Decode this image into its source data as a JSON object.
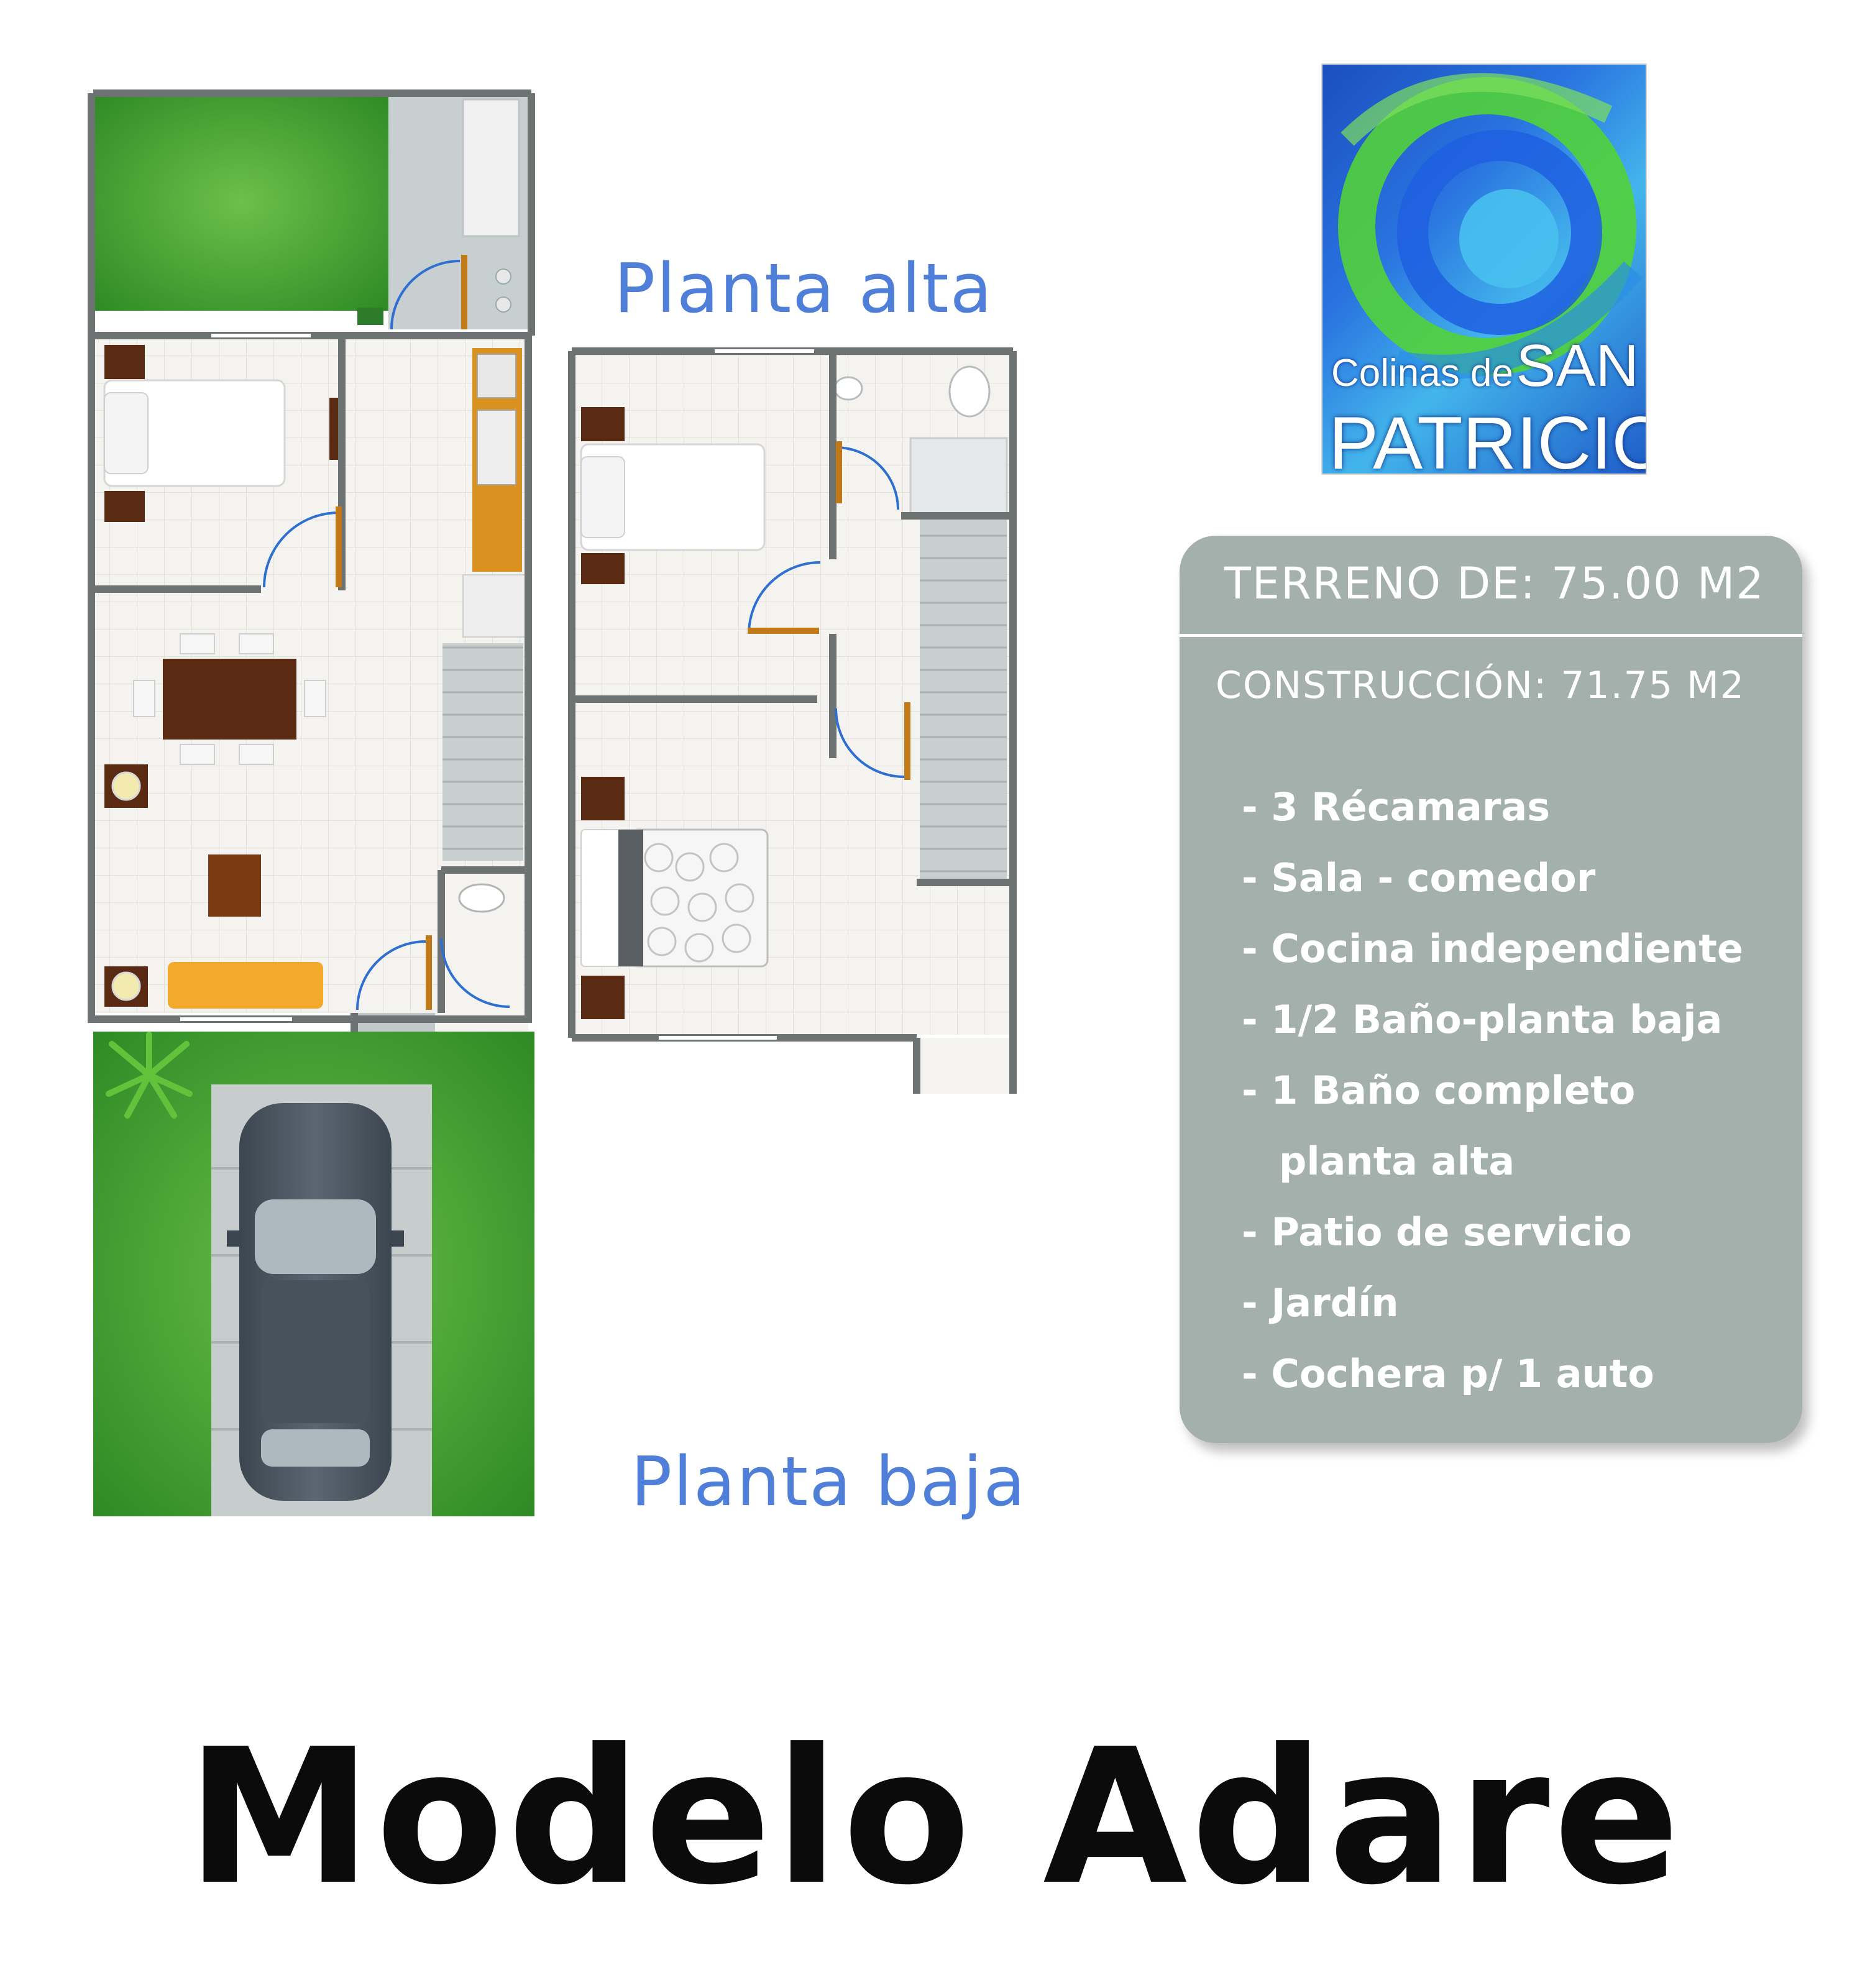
{
  "labels": {
    "upper_floor": "Planta alta",
    "ground_floor": "Planta baja"
  },
  "logo": {
    "line1_small": "Colinas de",
    "line1_big": "SAN",
    "line2": "PATRICIO"
  },
  "info": {
    "terreno": "TERRENO DE: 75.00 M2",
    "construccion": "CONSTRUCCIÓN:  71.75 M2",
    "features": [
      "- 3 Récamaras",
      "- Sala - comedor",
      "- Cocina independiente",
      "- 1/2 Baño-planta baja",
      "- 1 Baño completo",
      "planta alta",
      "- Patio de servicio",
      "- Jardín",
      "- Cochera p/ 1 auto"
    ]
  },
  "title": "Modelo Adare",
  "colors": {
    "wall": "#6c7372",
    "floor": "#f4f2ee",
    "grass": "#3f9a2e",
    "wood": "#5a2a12",
    "door": "#c27a18",
    "label_blue": "#4f7fd9",
    "panel": "#a3b0ac"
  }
}
